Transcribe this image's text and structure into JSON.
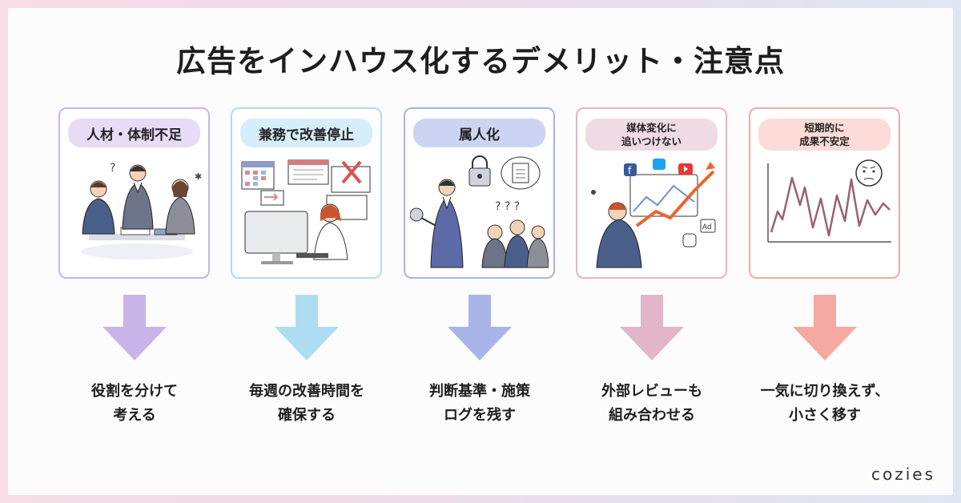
{
  "title": "広告をインハウス化するデメリット・注意点",
  "cards": [
    {
      "label": "人材・体制不足",
      "caption_l1": "役割を分けて",
      "caption_l2": "考える",
      "color": "#c9b4ea",
      "pill": "#e6dcf6"
    },
    {
      "label": "兼務で改善停止",
      "caption_l1": "毎週の改善時間を",
      "caption_l2": "確保する",
      "color": "#aedcf2",
      "pill": "#d6eef9"
    },
    {
      "label": "属人化",
      "caption_l1": "判断基準・施策",
      "caption_l2": "ログを残す",
      "color": "#a9b4e8",
      "pill": "#ccd3f3"
    },
    {
      "label_l1": "媒体変化に",
      "label_l2": "追いつけない",
      "caption_l1": "外部レビューも",
      "caption_l2": "組み合わせる",
      "color": "#e3b5c8",
      "pill": "#efdbe3"
    },
    {
      "label_l1": "短期的に",
      "label_l2": "成果不安定",
      "caption_l1": "一気に切り換えず、",
      "caption_l2": "小さく移す",
      "color": "#f5a9a0",
      "pill": "#fbdcd8"
    }
  ],
  "icons": [
    "confused-team-illustration",
    "calendar-workload-illustration",
    "key-person-illustration",
    "social-media-trend-illustration",
    "unstable-line-chart-illustration"
  ],
  "logo": "cozies"
}
